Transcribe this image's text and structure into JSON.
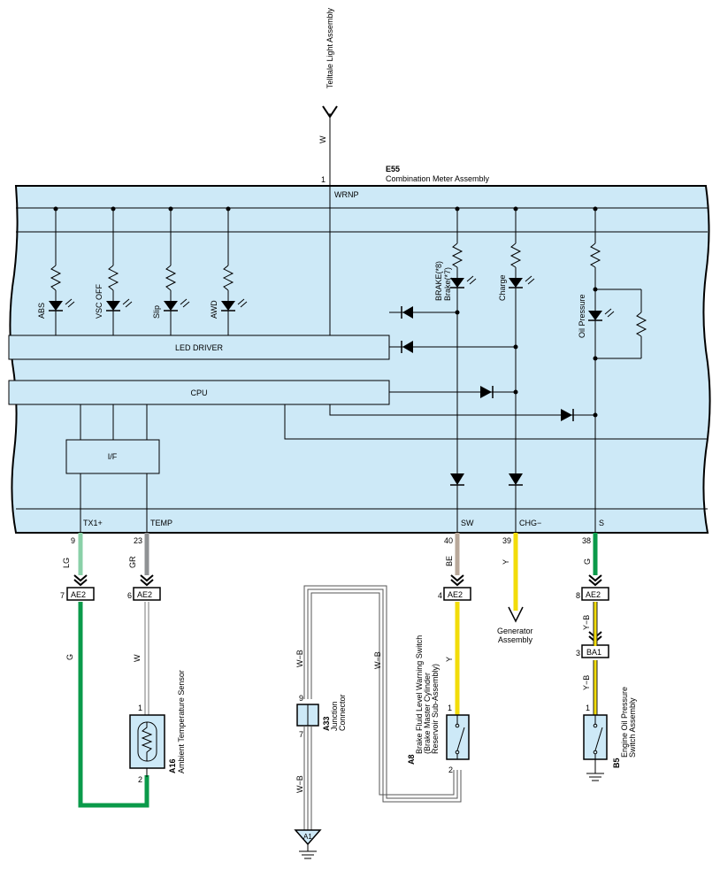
{
  "colors": {
    "assembly_fill": "#cde9f7",
    "wire_green": "#0a9a4a",
    "wire_light_green": "#8ad0a8",
    "wire_gray": "#8f9294",
    "wire_brown": "#b8a89a",
    "wire_yellow": "#f2dc0a",
    "component_fill": "#cde9f7"
  },
  "teltale": {
    "label": "Telltale Light Assembly",
    "wire": "W",
    "pin": "1",
    "pin_name": "WRNP"
  },
  "meter": {
    "code": "E55",
    "name": "Combination Meter Assembly"
  },
  "leds": {
    "abs": "ABS",
    "vsc": "VSC OFF",
    "slip": "Slip",
    "awd": "AWD",
    "brake1": "BRAKE(*8)",
    "brake2": "Brake(*7)",
    "charge": "Charge",
    "oil": "Oil Pressure"
  },
  "blocks": {
    "led_driver": "LED DRIVER",
    "cpu": "CPU",
    "if": "I/F"
  },
  "pins": {
    "tx": {
      "num": "9",
      "name": "TX1+",
      "wire": "LG"
    },
    "temp": {
      "num": "23",
      "name": "TEMP",
      "wire": "GR"
    },
    "sw": {
      "num": "40",
      "name": "SW",
      "wire": "BE"
    },
    "chg": {
      "num": "39",
      "name": "CHG−",
      "wire": "Y"
    },
    "s": {
      "num": "38",
      "name": "S",
      "wire": "G"
    }
  },
  "connectors": {
    "ae2_a": {
      "pin": "7",
      "label": "AE2",
      "wire": "G"
    },
    "ae2_b": {
      "pin": "6",
      "label": "AE2",
      "wire": "W"
    },
    "ae2_c": {
      "pin": "4",
      "label": "AE2",
      "wire": "Y"
    },
    "ae2_d": {
      "pin": "8",
      "label": "AE2",
      "wire": "Y−B"
    },
    "ba1": {
      "pin": "3",
      "label": "BA1",
      "wire": "Y−B"
    }
  },
  "generator": {
    "line1": "Generator",
    "line2": "Assembly"
  },
  "a16": {
    "code": "A16",
    "name": "Ambient Temperature Sensor",
    "pin1": "1",
    "pin2": "2"
  },
  "a33": {
    "code": "A33",
    "line1": "Junction",
    "line2": "Connector",
    "pin_top": "9",
    "pin_bottom": "7",
    "wire_top": "W−B",
    "wire_bottom": "W−B",
    "wire_loop": "W−B"
  },
  "a8": {
    "code": "A8",
    "line1": "Brake Fluid Level Warning Switch",
    "line2": "(Brake Master Cylinder",
    "line3": "Reservoir Sub-Assembly)",
    "pin1": "1",
    "pin2": "2"
  },
  "b5": {
    "code": "B5",
    "line1": "Engine Oil Pressure",
    "line2": "Switch Assembly",
    "pin1": "1"
  },
  "ground_a1": "A1"
}
